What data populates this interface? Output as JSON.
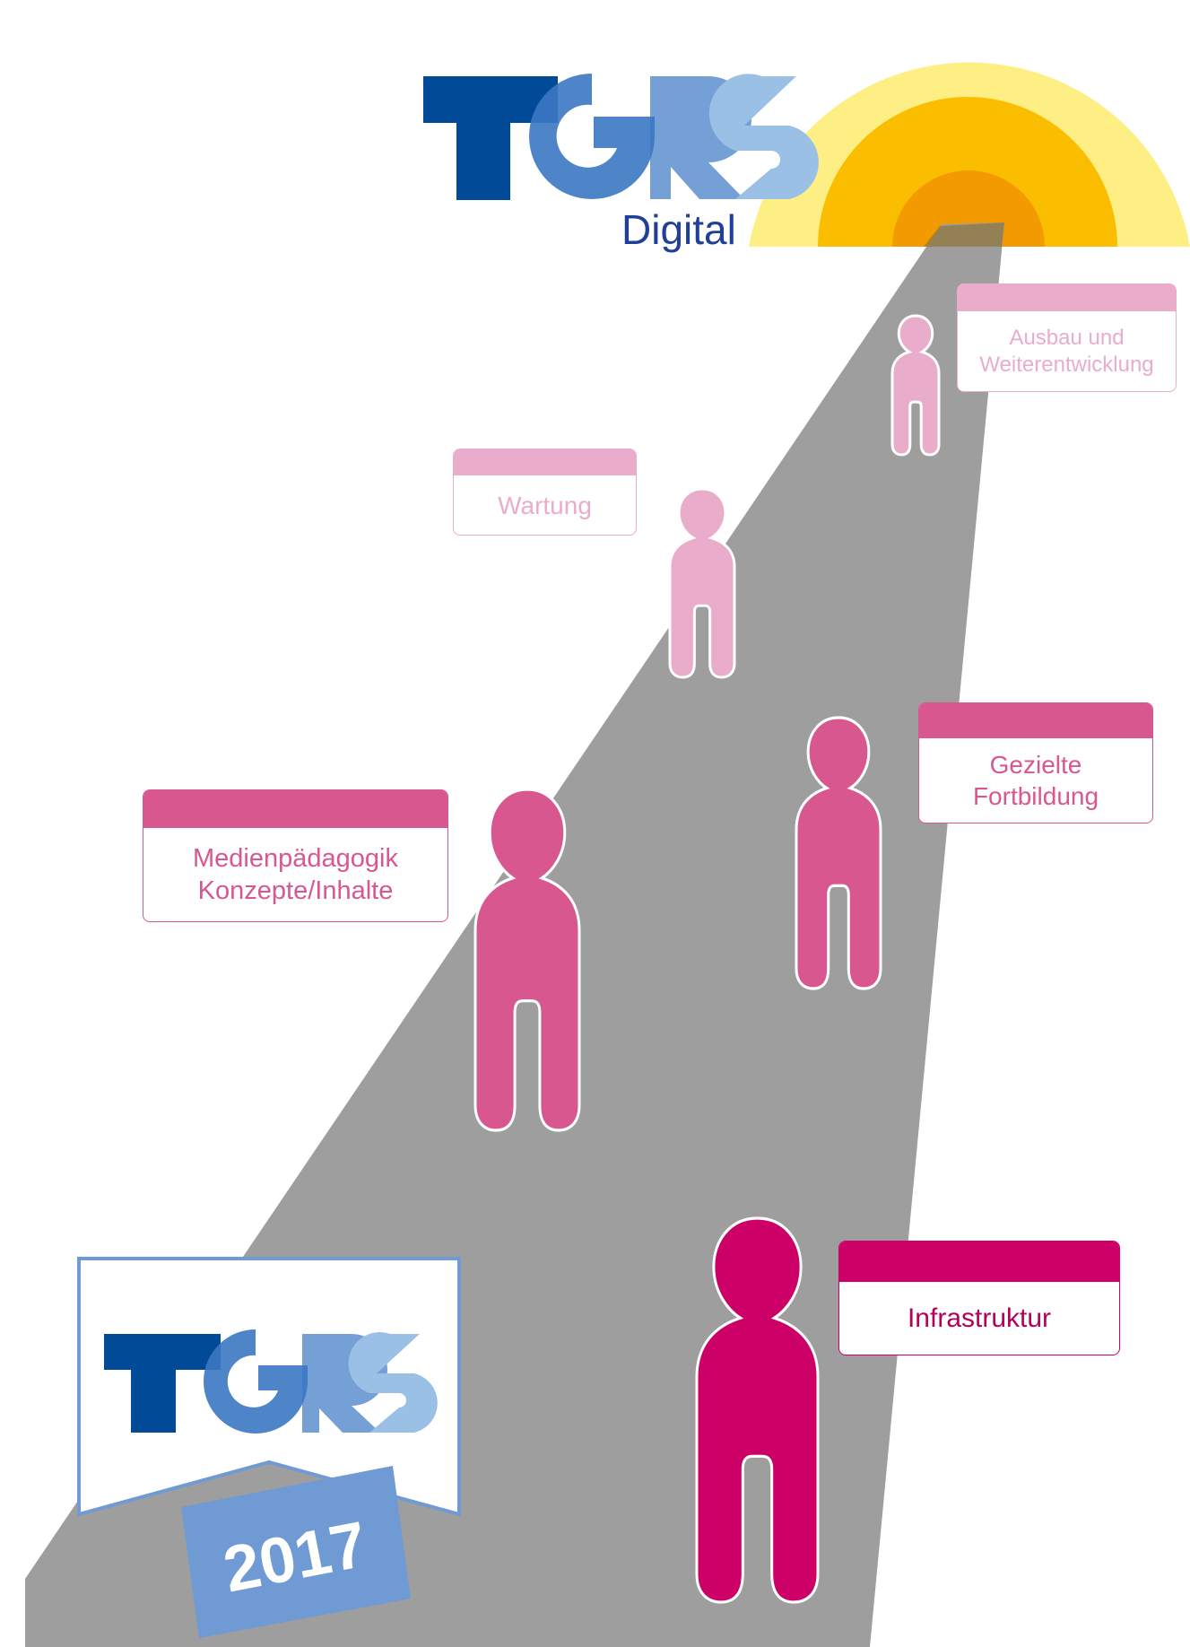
{
  "header_logo": {
    "letters": "TGRS",
    "subtitle": "Digital"
  },
  "badge": {
    "letters": "TGRS",
    "year": "2017"
  },
  "steps": [
    {
      "id": "infrastruktur",
      "lines": [
        "Infrastruktur"
      ],
      "color": "#cc0066"
    },
    {
      "id": "medienpaedagogik",
      "lines": [
        "Medienpädagogik",
        "Konzepte/Inhalte"
      ],
      "color": "#d9578f"
    },
    {
      "id": "fortbildung",
      "lines": [
        "Gezielte",
        "Fortbildung"
      ],
      "color": "#d9578f"
    },
    {
      "id": "wartung",
      "lines": [
        "Wartung"
      ],
      "color": "#eaaccb"
    },
    {
      "id": "ausbau",
      "lines": [
        "Ausbau und",
        "Weiterentwicklung"
      ],
      "color": "#eaaccb"
    }
  ],
  "colors": {
    "road": "#9e9e9e",
    "sun_outer": "#fdef83",
    "sun_middle": "#fbbd00",
    "sun_inner": "#f39a00",
    "logo_dark_blue": "#004a98",
    "logo_mid_blue": "#3b78c3",
    "logo_light_blue": "#9bc0e6",
    "badge_blue": "#6f9ad3"
  }
}
